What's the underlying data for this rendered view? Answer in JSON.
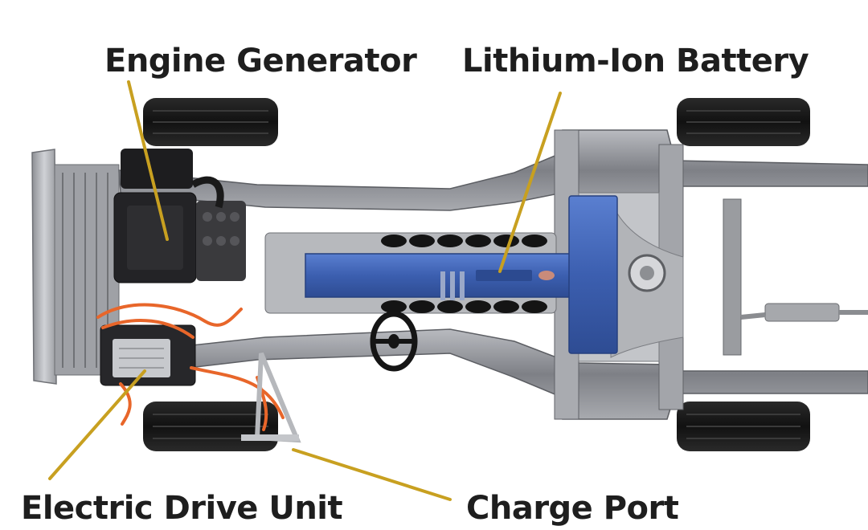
{
  "labels": {
    "engine_generator": "Engine Generator",
    "lithium_ion_battery": "Lithium-Ion Battery",
    "electric_drive_unit": "Electric Drive Unit",
    "charge_port": "Charge Port"
  },
  "colors": {
    "callout_line": "#c8a020",
    "battery": "#3c5fb0",
    "cable": "#e8662a",
    "tire": "#1c1c1c",
    "frame": "#8e9096",
    "label_text": "#1e1e1e"
  }
}
